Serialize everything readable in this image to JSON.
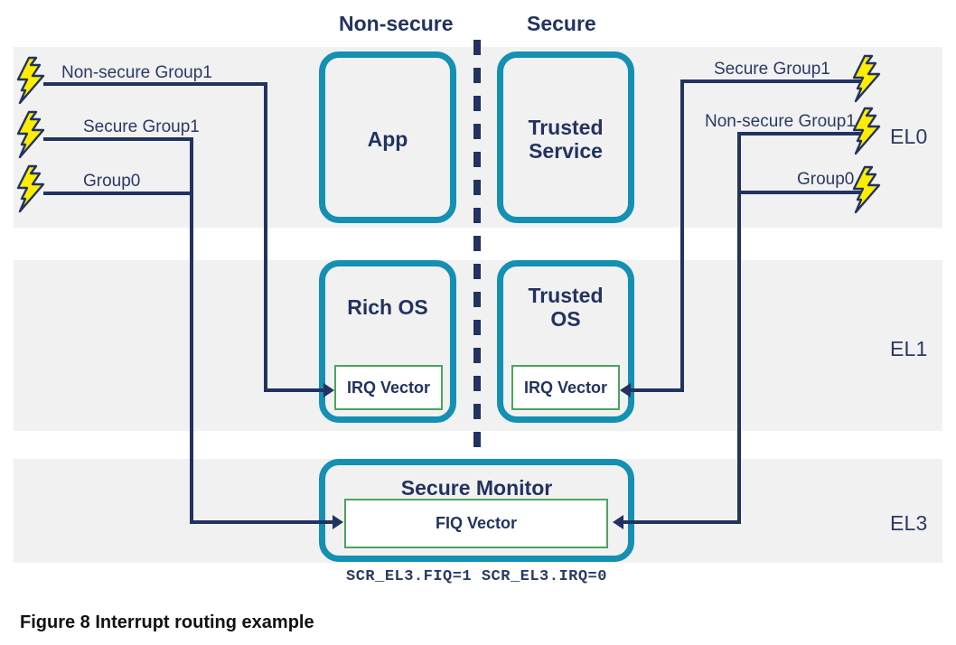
{
  "figure": {
    "caption": "Figure 8 Interrupt routing example",
    "scr_note": "SCR_EL3.FIQ=1 SCR_EL3.IRQ=0"
  },
  "columns": {
    "nonsecure": "Non-secure",
    "secure": "Secure"
  },
  "exception_levels": [
    {
      "id": "el0",
      "label": "EL0"
    },
    {
      "id": "el1",
      "label": "EL1"
    },
    {
      "id": "el3",
      "label": "EL3"
    }
  ],
  "boxes": {
    "app": "App",
    "trusted_service": "Trusted\nService",
    "trusted_service_line1": "Trusted",
    "trusted_service_line2": "Service",
    "rich_os": "Rich OS",
    "trusted_os_line1": "Trusted",
    "trusted_os_line2": "OS",
    "secure_monitor": "Secure Monitor"
  },
  "vectors": {
    "irq_nonsecure": "IRQ Vector",
    "irq_secure": "IRQ Vector",
    "fiq": "FIQ Vector"
  },
  "sources_left": [
    {
      "id": "ns-group1",
      "label": "Non-secure Group1",
      "routed_to": "IRQ Vector (Rich OS)"
    },
    {
      "id": "s-group1",
      "label": "Secure Group1",
      "routed_to": "FIQ Vector (Secure Monitor)"
    },
    {
      "id": "group0",
      "label": "Group0",
      "routed_to": "FIQ Vector (Secure Monitor)"
    }
  ],
  "sources_right": [
    {
      "id": "s-group1-r",
      "label": "Secure Group1",
      "routed_to": "IRQ Vector (Trusted OS)"
    },
    {
      "id": "ns-group1-r",
      "label": "Non-secure Group1",
      "routed_to": "FIQ Vector (Secure Monitor)"
    },
    {
      "id": "group0-r",
      "label": "Group0",
      "routed_to": "FIQ Vector (Secure Monitor)"
    }
  ],
  "colors": {
    "teal": "#1390b2",
    "green": "#4aa45f",
    "navy": "#223361",
    "band": "#f1f1f1",
    "bolt_fill": "#ffed00",
    "bolt_stroke": "#223361"
  }
}
